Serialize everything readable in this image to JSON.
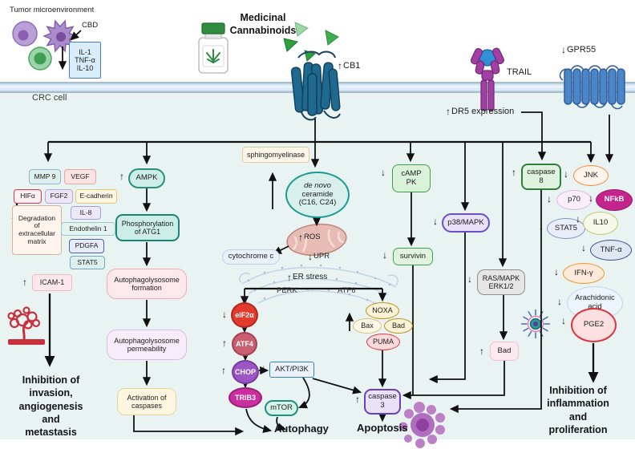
{
  "title_area": {
    "tumor_microenvironment": "Tumor microenvironment",
    "cbd": "CBD",
    "cytokines": "IL-1\nTNF-α\nIL-10",
    "medicinal_cannabinoids": "Medicinal\nCannabinoids",
    "cb1": "CB1",
    "trail": "TRAIL",
    "gpr55": "GPR55",
    "dr5": "DR5 expression",
    "crc_cell": "CRC cell"
  },
  "glyphs": {
    "up": "↑",
    "down": "↓"
  },
  "nodes": {
    "mmp9": "MMP 9",
    "vegf": "VEGF",
    "hifa": "HIFα",
    "fgf2": "FGF2",
    "e_cadherin": "E-cadherin",
    "degradation": "Degradation\nof\nextracellular\nmatrix",
    "il8": "IL-8",
    "endothelin1": "Endothelin 1",
    "pdgfa": "PDGFA",
    "stat5_left": "STAT5",
    "icam1": "ICAM-1",
    "ampk": "AMPK",
    "phos_atg1": "Phosphorylation\nof ATG1",
    "autophagolysosome_formation": "Autophagolysosome\nformation",
    "autophagolysosome_permeability": "Autophagolysosome\npermeability",
    "activation_caspases": "Activation of\ncaspases",
    "sphingomyelinase": "sphingomyelinase",
    "ceramide_italic": "de novo",
    "ceramide_rest": "ceramide\n(C16, C24)",
    "ros": "ROS",
    "upr": "UPR",
    "cytochrome_c": "cytochrome c",
    "er_stress": "ER stress",
    "perk": "PERK",
    "atf6": "ATF6",
    "eif2a": "eIF2α",
    "atf4": "ATF4",
    "chop": "CHOP",
    "trib3": "TRIB3",
    "akt_pi3k": "AKT/PI3K",
    "mtor": "mTOR",
    "noxa": "NOXA",
    "bax": "Bax",
    "bad_oval": "Bad",
    "puma": "PUMA",
    "caspase3": "caspase\n3",
    "camp_pk": "cAMP\nPK",
    "survivin": "survivin",
    "p38_mapk": "p38/MAPK",
    "ras_mapk": "RAS/MAPK\nERK1/2",
    "bad_box": "Bad",
    "caspase8": "caspase\n8",
    "jnk": "JNK",
    "p70": "p70",
    "nfkb": "NFkB",
    "stat5_right": "STAT5",
    "il10": "IL10",
    "tnfa": "TNF-α",
    "ifng": "IFN-γ",
    "arachidonic_acid": "Arachidonic\nacid",
    "pge2": "PGE2"
  },
  "outcomes": {
    "autophagy": "Autophagy",
    "apoptosis": "Apoptosis",
    "inhibition_invasion": "Inhibition of\ninvasion,\nangiogenesis\nand\nmetastasis",
    "inhibition_inflammation": "Inhibition of\ninflammation\nand\nproliferation"
  },
  "colors": {
    "cell_interior": "#e9f4f2",
    "membrane_fill": "#d8eaf6",
    "membrane_edge": "#a9bfce",
    "arrow": "#111111",
    "teal_accent": "#1a9c94",
    "magenta_accent": "#c4258c",
    "red_accent": "#d8353f",
    "green_accent": "#3f9e4f"
  }
}
